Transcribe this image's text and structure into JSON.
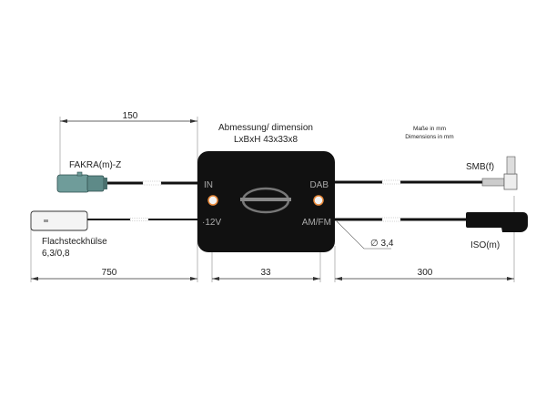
{
  "dimensions_note": {
    "de": "Maße in mm",
    "en": "Dimensions in mm"
  },
  "module": {
    "title": "Abmessung/ dimension",
    "size": "LxBxH 43x33x8",
    "ports": {
      "in": "IN",
      "power": "·12V",
      "dab": "DAB",
      "amfm": "AM/FM"
    }
  },
  "connectors": {
    "fakra": "FAKRA(m)-Z",
    "flat": "Flachsteckhülse",
    "flat_size": "6,3/0,8",
    "smb": "SMB(f)",
    "iso": "ISO(m)"
  },
  "measurements": {
    "fakra_cable": "150",
    "power_cable": "750",
    "module_width": "33",
    "output_cable": "300",
    "cable_diameter": "∅ 3,4"
  },
  "colors": {
    "module": "#111111",
    "fakra": "#6f9c9a",
    "led": "#e8893a"
  }
}
